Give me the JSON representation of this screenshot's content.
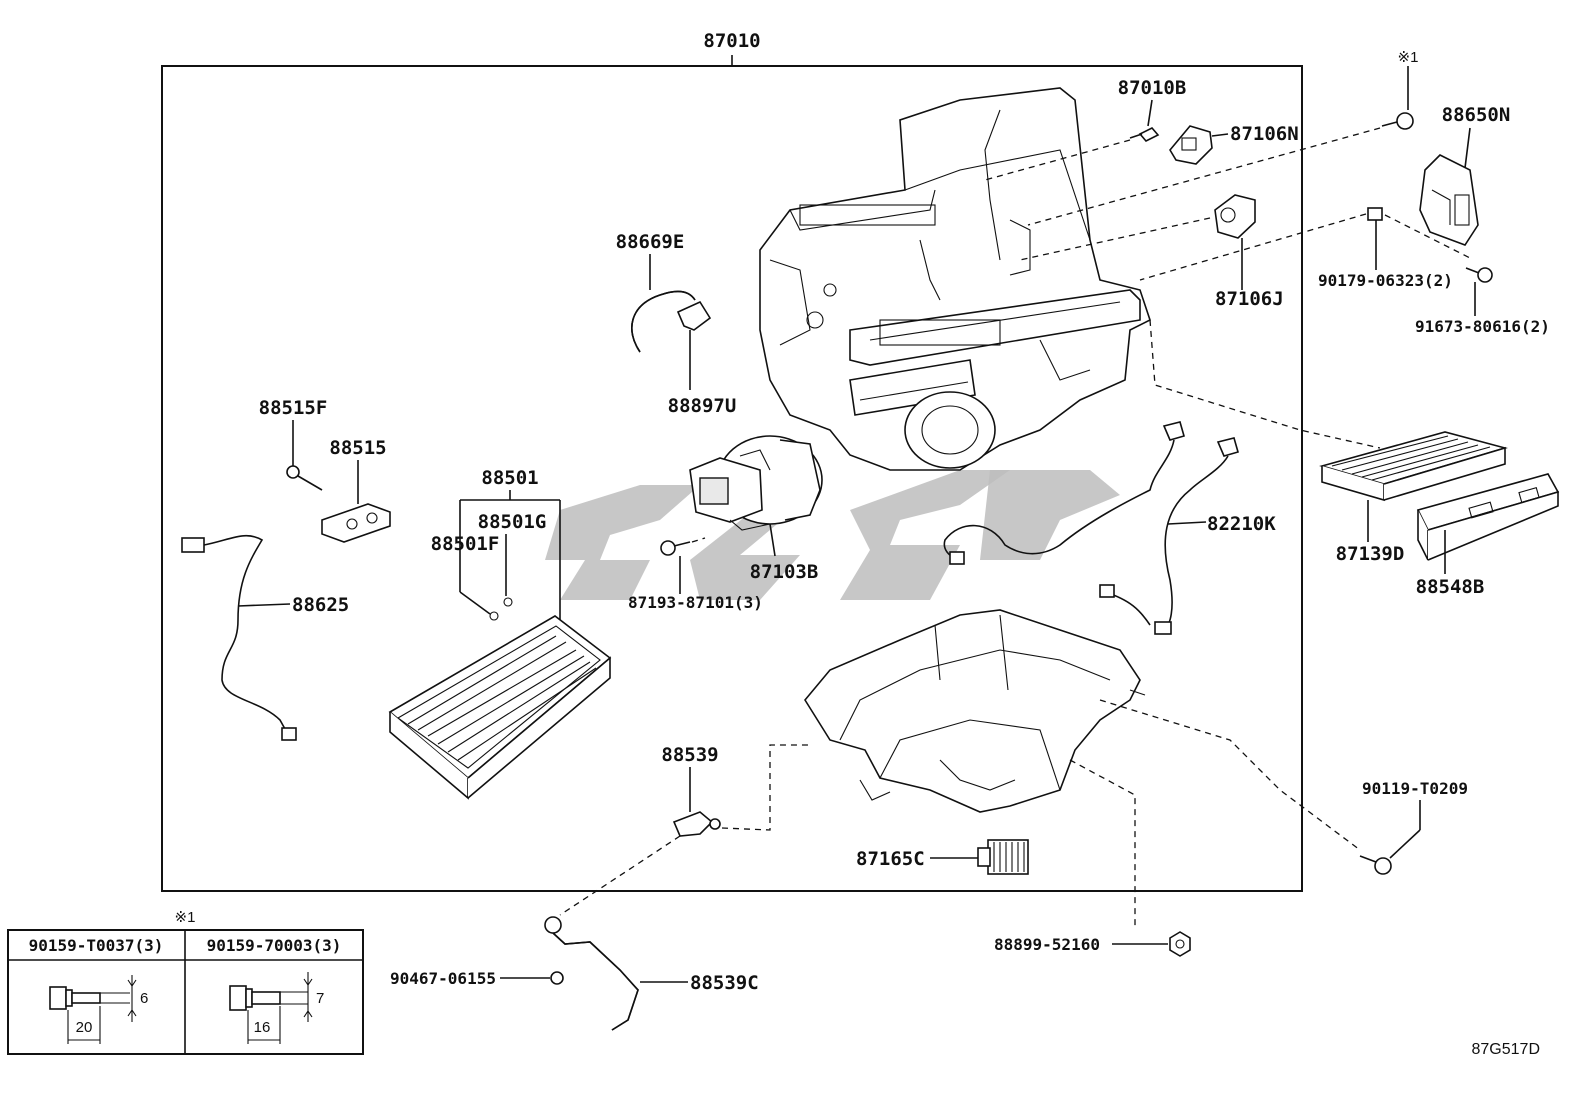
{
  "labels": {
    "assembly": "87010",
    "p87010B": "87010B",
    "p87106N": "87106N",
    "p87106J": "87106J",
    "p88650N": "88650N",
    "p90179": "90179-06323(2)",
    "p91673": "91673-80616(2)",
    "p88669E": "88669E",
    "p88897U": "88897U",
    "p88515F": "88515F",
    "p88515": "88515",
    "p88501": "88501",
    "p88501G": "88501G",
    "p88501F": "88501F",
    "p88625": "88625",
    "p87103B": "87103B",
    "p87193": "87193-87101(3)",
    "p82210K": "82210K",
    "p87139D": "87139D",
    "p88548B": "88548B",
    "p88539": "88539",
    "p87165C": "87165C",
    "p90119": "90119-T0209",
    "p88899": "88899-52160",
    "p90467": "90467-06155",
    "p88539C": "88539C"
  },
  "note_mark": "※1",
  "fastener_table": {
    "mark": "※1",
    "columns": [
      {
        "part": "90159-T0037(3)",
        "length": "20",
        "diameter": "6"
      },
      {
        "part": "90159-70003(3)",
        "length": "16",
        "diameter": "7"
      }
    ]
  },
  "diagram_ref": "87G517D"
}
